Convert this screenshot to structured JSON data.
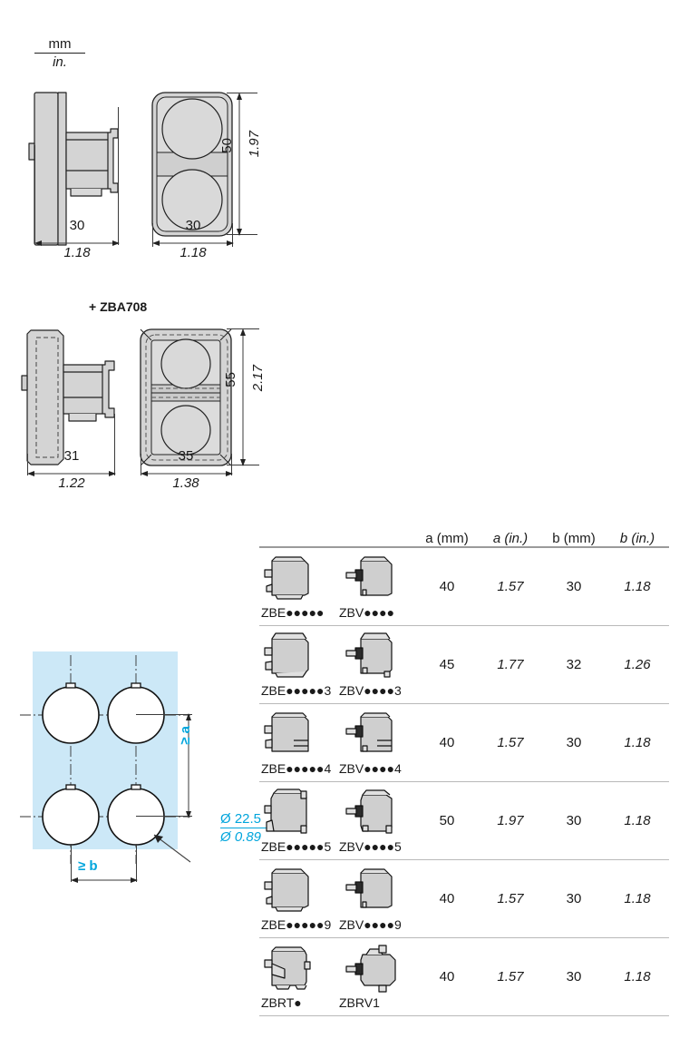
{
  "units_legend": {
    "mm": "mm",
    "inch": "in."
  },
  "figures": [
    {
      "name": "standard-unit",
      "label": "",
      "side_view": {
        "width_mm": "30",
        "width_in": "1.18"
      },
      "front_view": {
        "width_mm": "30",
        "width_in": "1.18",
        "height_mm": "50",
        "height_in": "1.97"
      }
    },
    {
      "name": "unit-with-zba708",
      "label": "+ ZBA708",
      "side_view": {
        "width_mm": "31",
        "width_in": "1.22"
      },
      "front_view": {
        "width_mm": "35",
        "width_in": "1.38",
        "height_mm": "55",
        "height_in": "2.17"
      }
    }
  ],
  "panel_diagram": {
    "vertical_dim_label": "≥ a",
    "horizontal_dim_label": "≥ b",
    "hole_diameter_mm": "Ø 22.5",
    "hole_diameter_in": "Ø 0.89",
    "hole_count": 4,
    "panel_color": "#cce8f7",
    "annotation_color": "#00a5dc"
  },
  "table": {
    "headers": [
      "a (mm)",
      "a (in.)",
      "b (mm)",
      "b (in.)"
    ],
    "rows": [
      {
        "ref_left": "ZBE●●●●●",
        "ref_right": "ZBV●●●●",
        "a_mm": "40",
        "a_in": "1.57",
        "b_mm": "30",
        "b_in": "1.18",
        "icon_left": "contact-block",
        "icon_right": "light-block"
      },
      {
        "ref_left": "ZBE●●●●●3",
        "ref_right": "ZBV●●●●3",
        "a_mm": "45",
        "a_in": "1.77",
        "b_mm": "32",
        "b_in": "1.26",
        "icon_left": "contact-block",
        "icon_right": "light-block"
      },
      {
        "ref_left": "ZBE●●●●●4",
        "ref_right": "ZBV●●●●4",
        "a_mm": "40",
        "a_in": "1.57",
        "b_mm": "30",
        "b_in": "1.18",
        "icon_left": "contact-block",
        "icon_right": "light-block"
      },
      {
        "ref_left": "ZBE●●●●●5",
        "ref_right": "ZBV●●●●5",
        "a_mm": "50",
        "a_in": "1.97",
        "b_mm": "30",
        "b_in": "1.18",
        "icon_left": "contact-block",
        "icon_right": "light-block"
      },
      {
        "ref_left": "ZBE●●●●●9",
        "ref_right": "ZBV●●●●9",
        "a_mm": "40",
        "a_in": "1.57",
        "b_mm": "30",
        "b_in": "1.18",
        "icon_left": "contact-block",
        "icon_right": "light-block"
      },
      {
        "ref_left": "ZBRT●",
        "ref_right": "ZBRV1",
        "a_mm": "40",
        "a_in": "1.57",
        "b_mm": "30",
        "b_in": "1.18",
        "icon_left": "contact-block",
        "icon_right": "light-block"
      }
    ]
  }
}
